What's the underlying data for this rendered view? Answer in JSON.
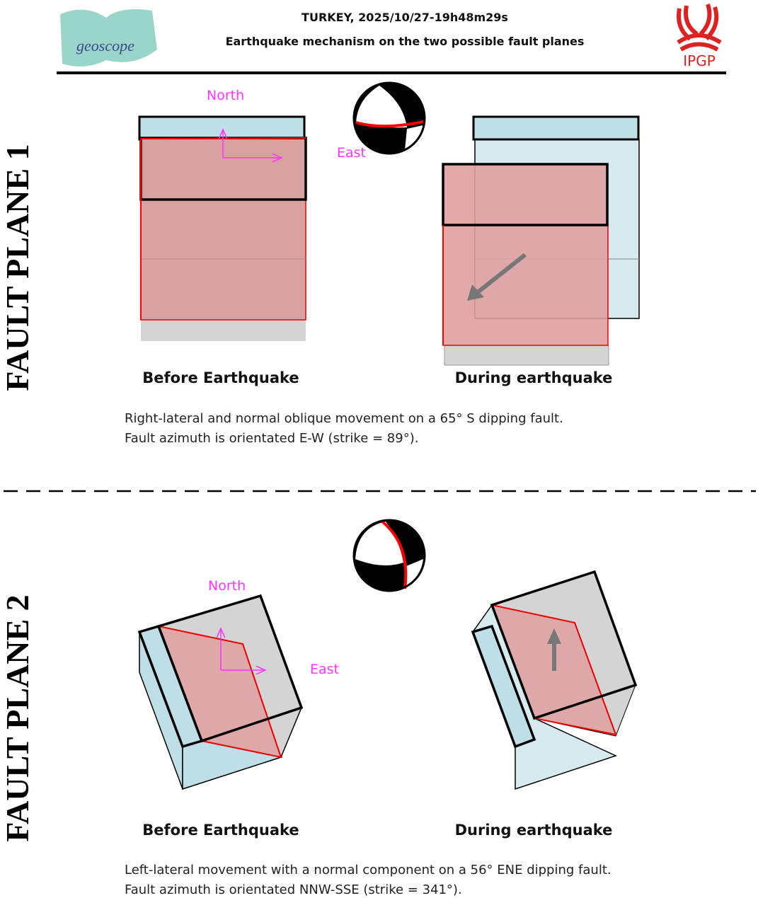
{
  "header": {
    "title": "TURKEY, 2025/10/27-19h48m29s",
    "subtitle": "Earthquake mechanism on the two possible fault planes",
    "left_logo": "geoscope",
    "right_logo": "IPGP"
  },
  "fault_plane_1": {
    "side_label": "FAULT PLANE 1",
    "north_label": "North",
    "east_label": "East",
    "before_caption": "Before Earthquake",
    "during_caption": "During earthquake",
    "description_line1": "Right-lateral and normal oblique movement on a 65° S dipping fault.",
    "description_line2": "Fault azimuth is orientated E-W (strike = 89°)."
  },
  "fault_plane_2": {
    "side_label": "FAULT PLANE 2",
    "north_label": "North",
    "east_label": "East",
    "before_caption": "Before Earthquake",
    "during_caption": "During earthquake",
    "description_line1": "Left-lateral movement with a normal component on a 56° ENE dipping fault.",
    "description_line2": "Fault azimuth is orientated NNW-SSE (strike = 341°)."
  },
  "colors": {
    "block_blue": "#bfdfe8",
    "fault_red": "#e08a8a",
    "fault_line": "#ff0000",
    "gray_block": "#d4d4d4",
    "axis_magenta": "#ff33ff"
  }
}
